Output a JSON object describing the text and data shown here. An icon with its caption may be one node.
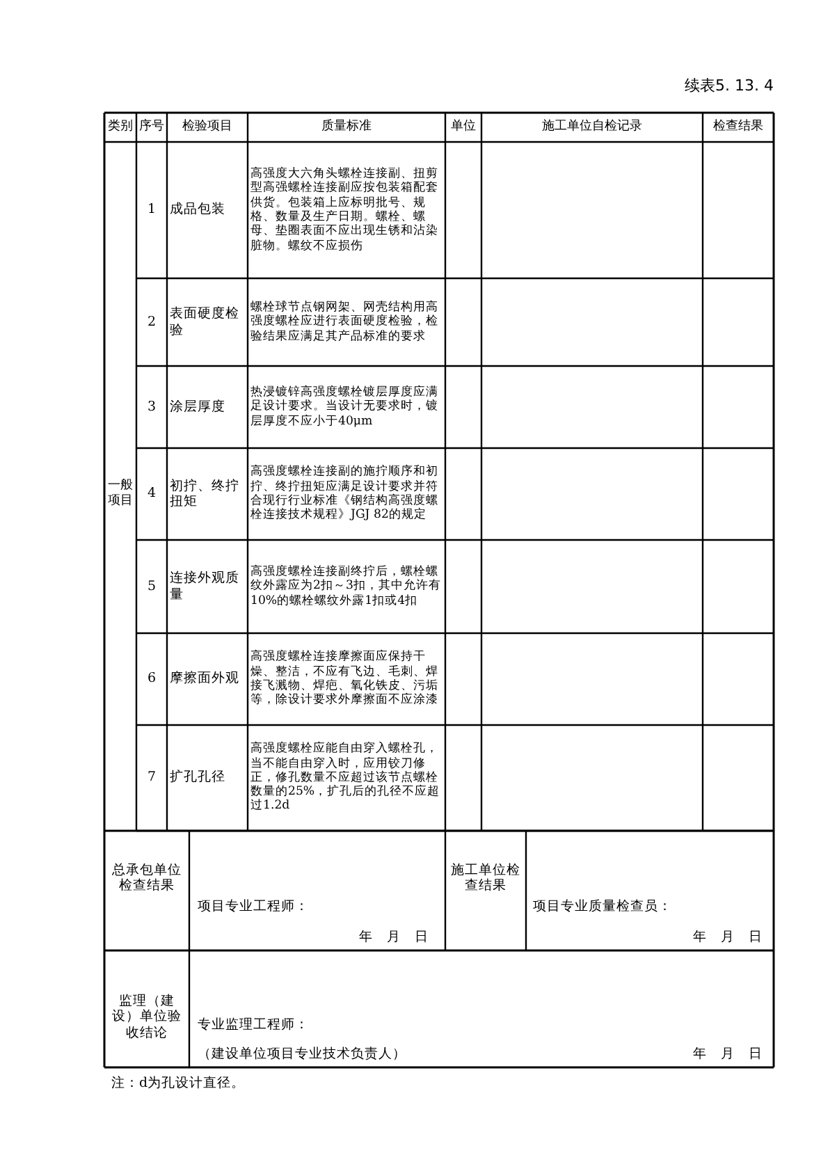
{
  "diagram": {
    "labels": [
      "续表5. 13. 4",
      "类别",
      "序号",
      "检验项目",
      "质量标准",
      "单位",
      "施工单位自检记录",
      "检查结果",
      "一般项目",
      "1",
      "成品包装",
      "高强度大六角头螺栓连接副、扭剪型高强螺栓连接副应按包装箱配套供货。包装箱上应标明批号、规格、数量及生产日期。螺栓、螺母、垫圈表面不应出现生锈和沾染脏物。螺纹不应损伤",
      "2",
      "表面硬度检验",
      "螺栓球节点钢网架、网壳结构用高强度螺栓应进行表面硬度检验，检验结果应满足其产品标准的要求",
      "3",
      "涂层厚度",
      "热浸镀锌高强度螺栓镀层厚度应满足设计要求。当设计无要求时，镀层厚度不应小于40μm",
      "4",
      "初拧、终拧扭矩",
      "高强度螺栓连接副的施拧顺序和初拧、终拧扭矩应满足设计要求并符合现行行业标准《钢结构高强度螺栓连接技术规程》JGJ 82的规定",
      "5",
      "连接外观质量",
      "高强度螺栓连接副终拧后，螺栓螺纹外露应为2扣～3扣，其中允许有10%的螺栓螺纹外露1扣或4扣",
      "6",
      "摩擦面外观",
      "高强度螺栓连接摩擦面应保持干燥、整洁，不应有飞边、毛刺、焊接飞溅物、焊疤、氧化铁皮、污垢等，除设计要求外摩擦面不应涂漆",
      "7",
      "扩孔孔径",
      "高强度螺栓应能自由穿入螺栓孔，当不能自由穿入时，应用铰刀修正，修孔数量不应超过该节点螺栓数量的25%，扩孔后的孔径不应超过1.2d",
      "总承包单位检查结果",
      "项目专业工程师：",
      "年　月　日",
      "施工单位检查结果",
      "项目专业质量检查员：",
      "年　月　日",
      "监理（建设）单位验收结论",
      "专业监理工程师：",
      "（建设单位项目专业技术负责人）",
      "年　月　日",
      "注：d为孔设计直径。"
    ]
  }
}
